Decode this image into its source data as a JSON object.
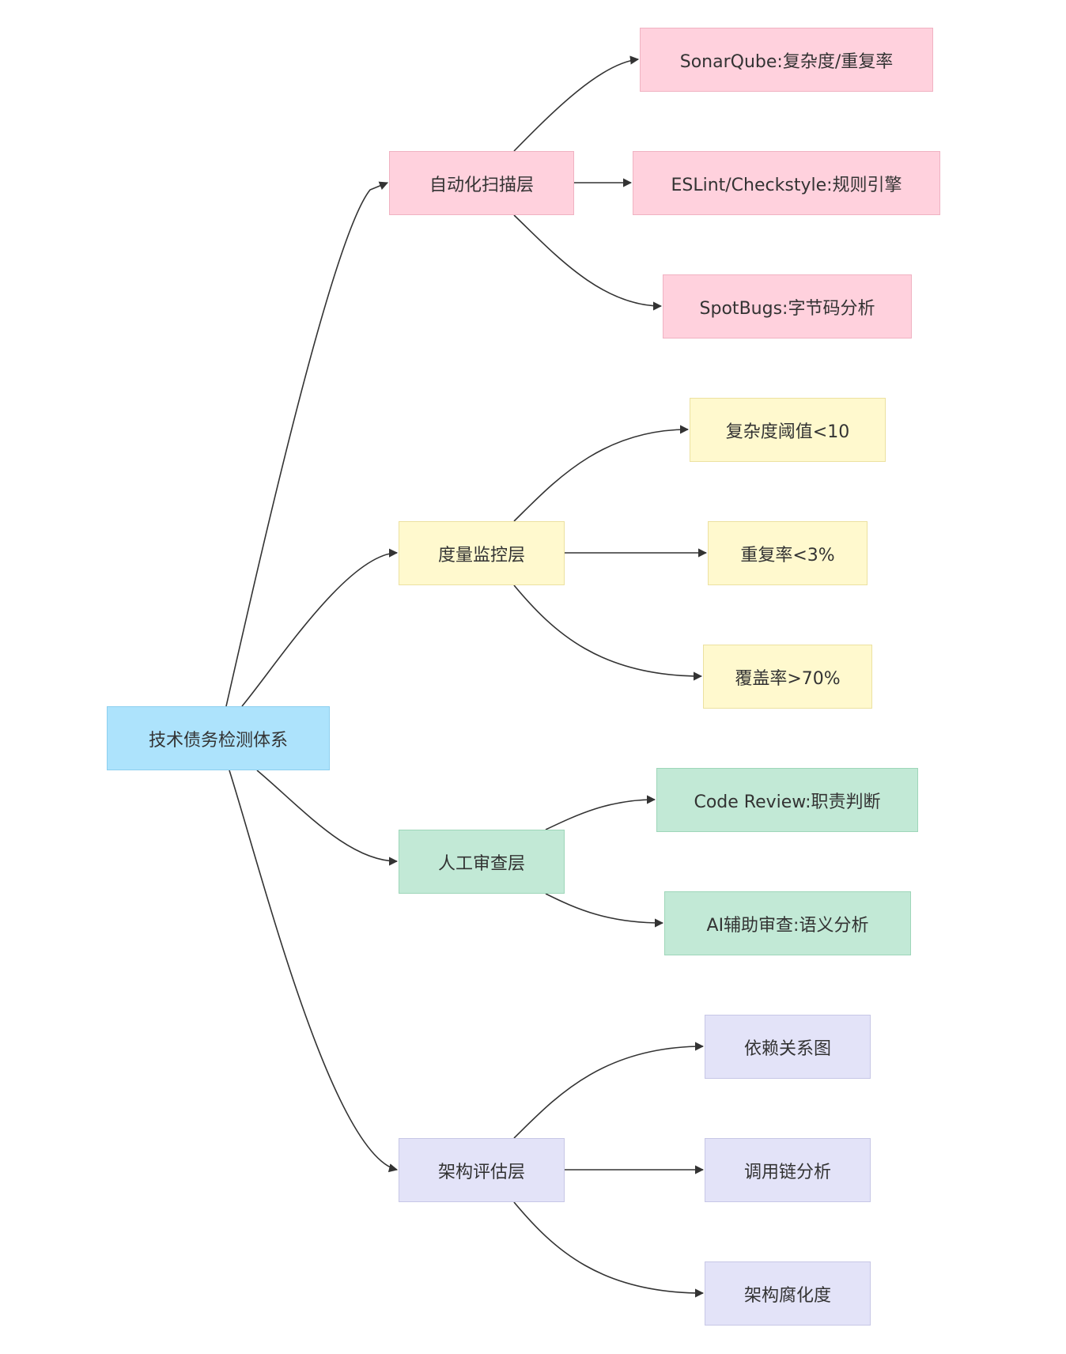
{
  "root": {
    "label": "技术债务检测体系"
  },
  "layers": [
    {
      "label": "自动化扫描层",
      "color": "#ffd1dd",
      "children": [
        "SonarQube:复杂度/重复率",
        "ESLint/Checkstyle:规则引擎",
        "SpotBugs:字节码分析"
      ]
    },
    {
      "label": "度量监控层",
      "color": "#fff9ce",
      "children": [
        "复杂度阈值<10",
        "重复率<3%",
        "覆盖率>70%"
      ]
    },
    {
      "label": "人工审查层",
      "color": "#c2e9d6",
      "children": [
        "Code Review:职责判断",
        "AI辅助审查:语义分析"
      ]
    },
    {
      "label": "架构评估层",
      "color": "#e3e3f8",
      "children": [
        "依赖关系图",
        "调用链分析",
        "架构腐化度"
      ]
    }
  ],
  "colors": {
    "root": "#ade3fc",
    "edge": "#333333"
  }
}
